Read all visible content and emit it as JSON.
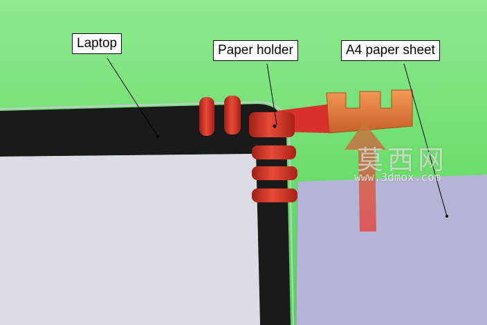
{
  "labels": {
    "laptop": "Laptop",
    "paper_holder": "Paper holder",
    "paper_sheet": "A4 paper sheet"
  },
  "watermark": {
    "cn": "莫西网",
    "url": "www.3dmox.com"
  },
  "colors": {
    "background": "#7fe07f",
    "laptop_frame": "#1a1a1a",
    "laptop_screen": "#dcdce6",
    "paper": "#b4b4d4",
    "holder": "#d23a2a",
    "clip_orange": "#e07a3a",
    "arrow": "#e05050"
  }
}
